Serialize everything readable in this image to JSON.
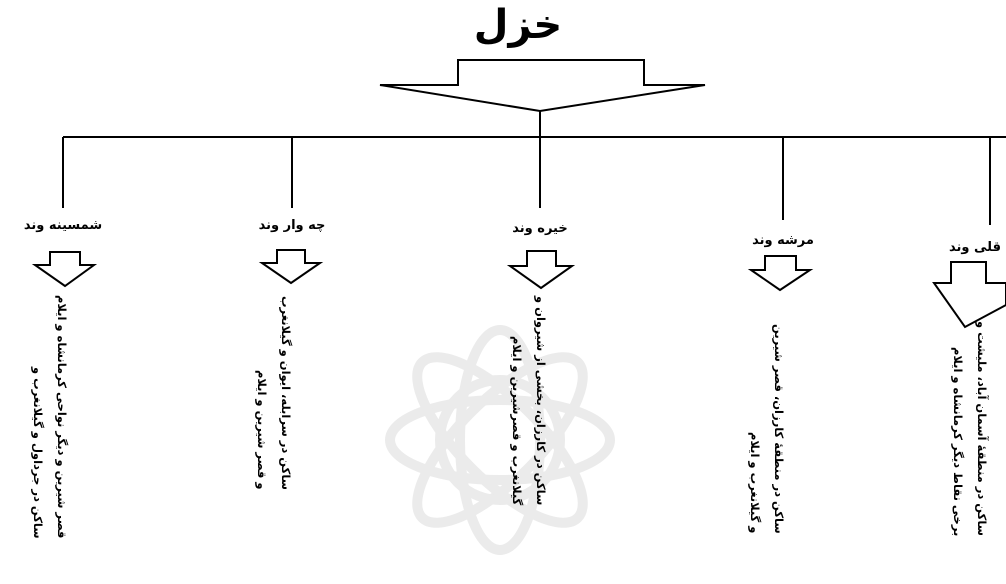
{
  "root": {
    "title": "خزل"
  },
  "branches": [
    {
      "name": "شمسینه وند",
      "description": [
        "قصر شیرین و دیگر نواحی کرمانشاه و ایلام",
        "ساکن در جرداول و گیلانغرب و"
      ]
    },
    {
      "name": "چه وار وند",
      "description": [
        "ساکن در سرابله، ایوان و گیلانغرب",
        "و قصر شیرین و ایلام"
      ]
    },
    {
      "name": "خیره وند",
      "description": [
        "ساکن در کارزان، بخشی از شیروان و",
        "گیلانغرب و قصرشیرین و ایلام"
      ]
    },
    {
      "name": "مرشه وند",
      "description": [
        "ساکن در منطقهٔ کارزان، قصر شیرین",
        "و گیلانغرب و ایلام"
      ]
    },
    {
      "name": "قلی وند",
      "description": [
        "ساکن در منطقهٔ آسمان آباد، ملیشت و",
        "برخی نقاط دیگر کرمانشاه و ایلام"
      ]
    }
  ]
}
